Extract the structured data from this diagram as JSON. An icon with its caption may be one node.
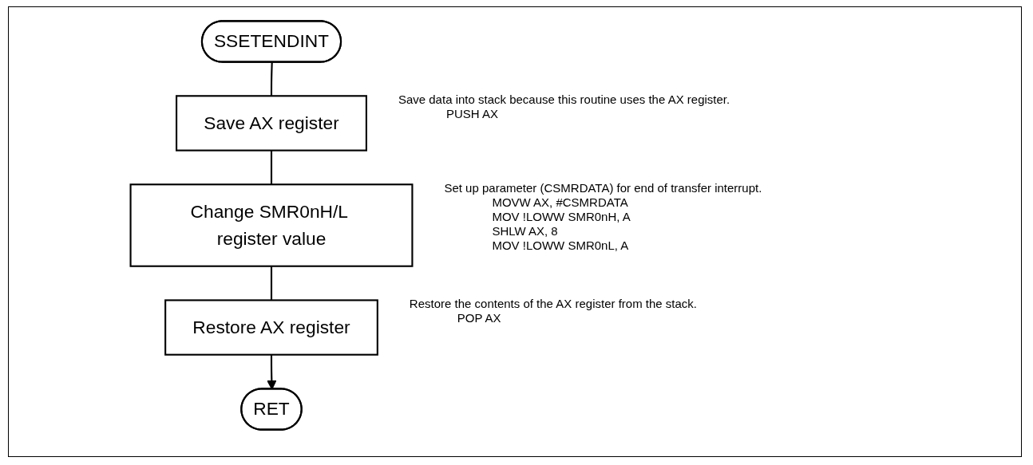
{
  "diagram": {
    "nodes": [
      {
        "text": [
          "SSETENDINT"
        ]
      },
      {
        "text": [
          "Save AX register"
        ],
        "beside": [
          "Save data into stack because this routine uses the AX register.",
          "PUSH AX"
        ]
      },
      {
        "text": [
          "Change SMR0nH/L register value"
        ],
        "beside": [
          "Set up parameter (CSMRDATA) for end of transfer interrupt.",
          "MOVW AX, #CSMRDATA",
          "MOV !LOWW SMR0nH, A",
          "SHLW AX, 8",
          "MOV !LOWW SMR0nL, A"
        ]
      },
      {
        "text": [
          "Restore AX register"
        ],
        "beside": [
          "Restore the contents of the AX register from the stack.",
          "POP AX"
        ]
      },
      {
        "text": [
          "RET"
        ]
      }
    ],
    "edges": [
      {
        "from": 0,
        "to": 1,
        "arrow": "none"
      },
      {
        "from": 1,
        "to": 2,
        "arrow": "none"
      },
      {
        "from": 2,
        "to": 3,
        "arrow": "none"
      },
      {
        "from": 3,
        "to": 4,
        "arrow": "to"
      }
    ]
  }
}
